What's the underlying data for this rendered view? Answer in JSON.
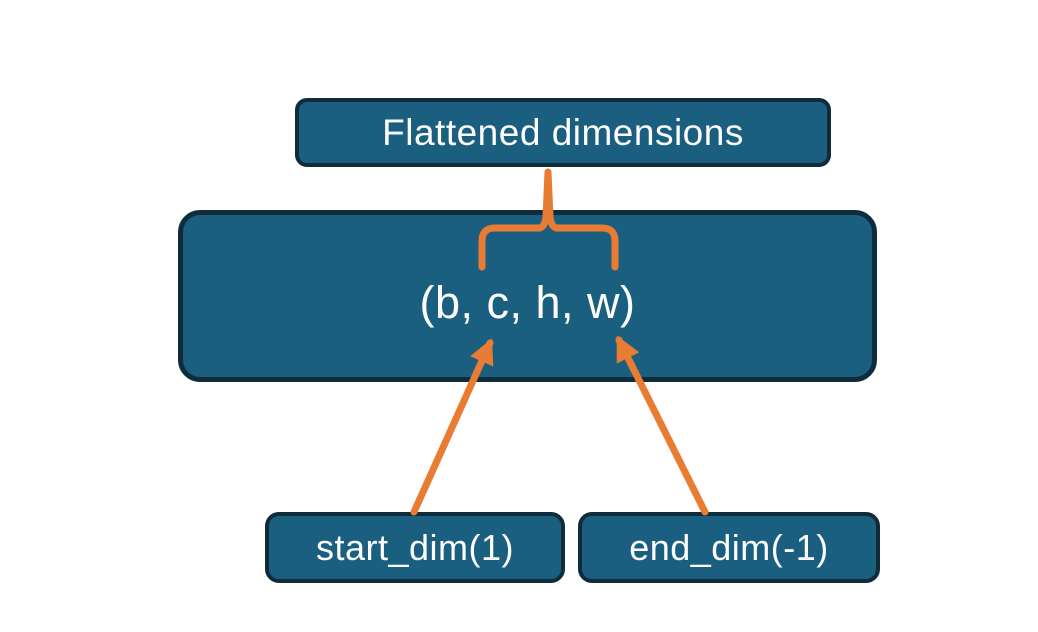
{
  "colors": {
    "background": "#ffffff",
    "box_fill": "#1b5f80",
    "box_border": "#0e2c39",
    "connector": "#e87c33",
    "text": "#fdfdfd"
  },
  "diagram": {
    "title_box": {
      "label": "Flattened dimensions"
    },
    "tensor_box": {
      "label": "(b, c, h, w)"
    },
    "start_dim_box": {
      "label": "start_dim(1)"
    },
    "end_dim_box": {
      "label": "end_dim(-1)"
    }
  }
}
